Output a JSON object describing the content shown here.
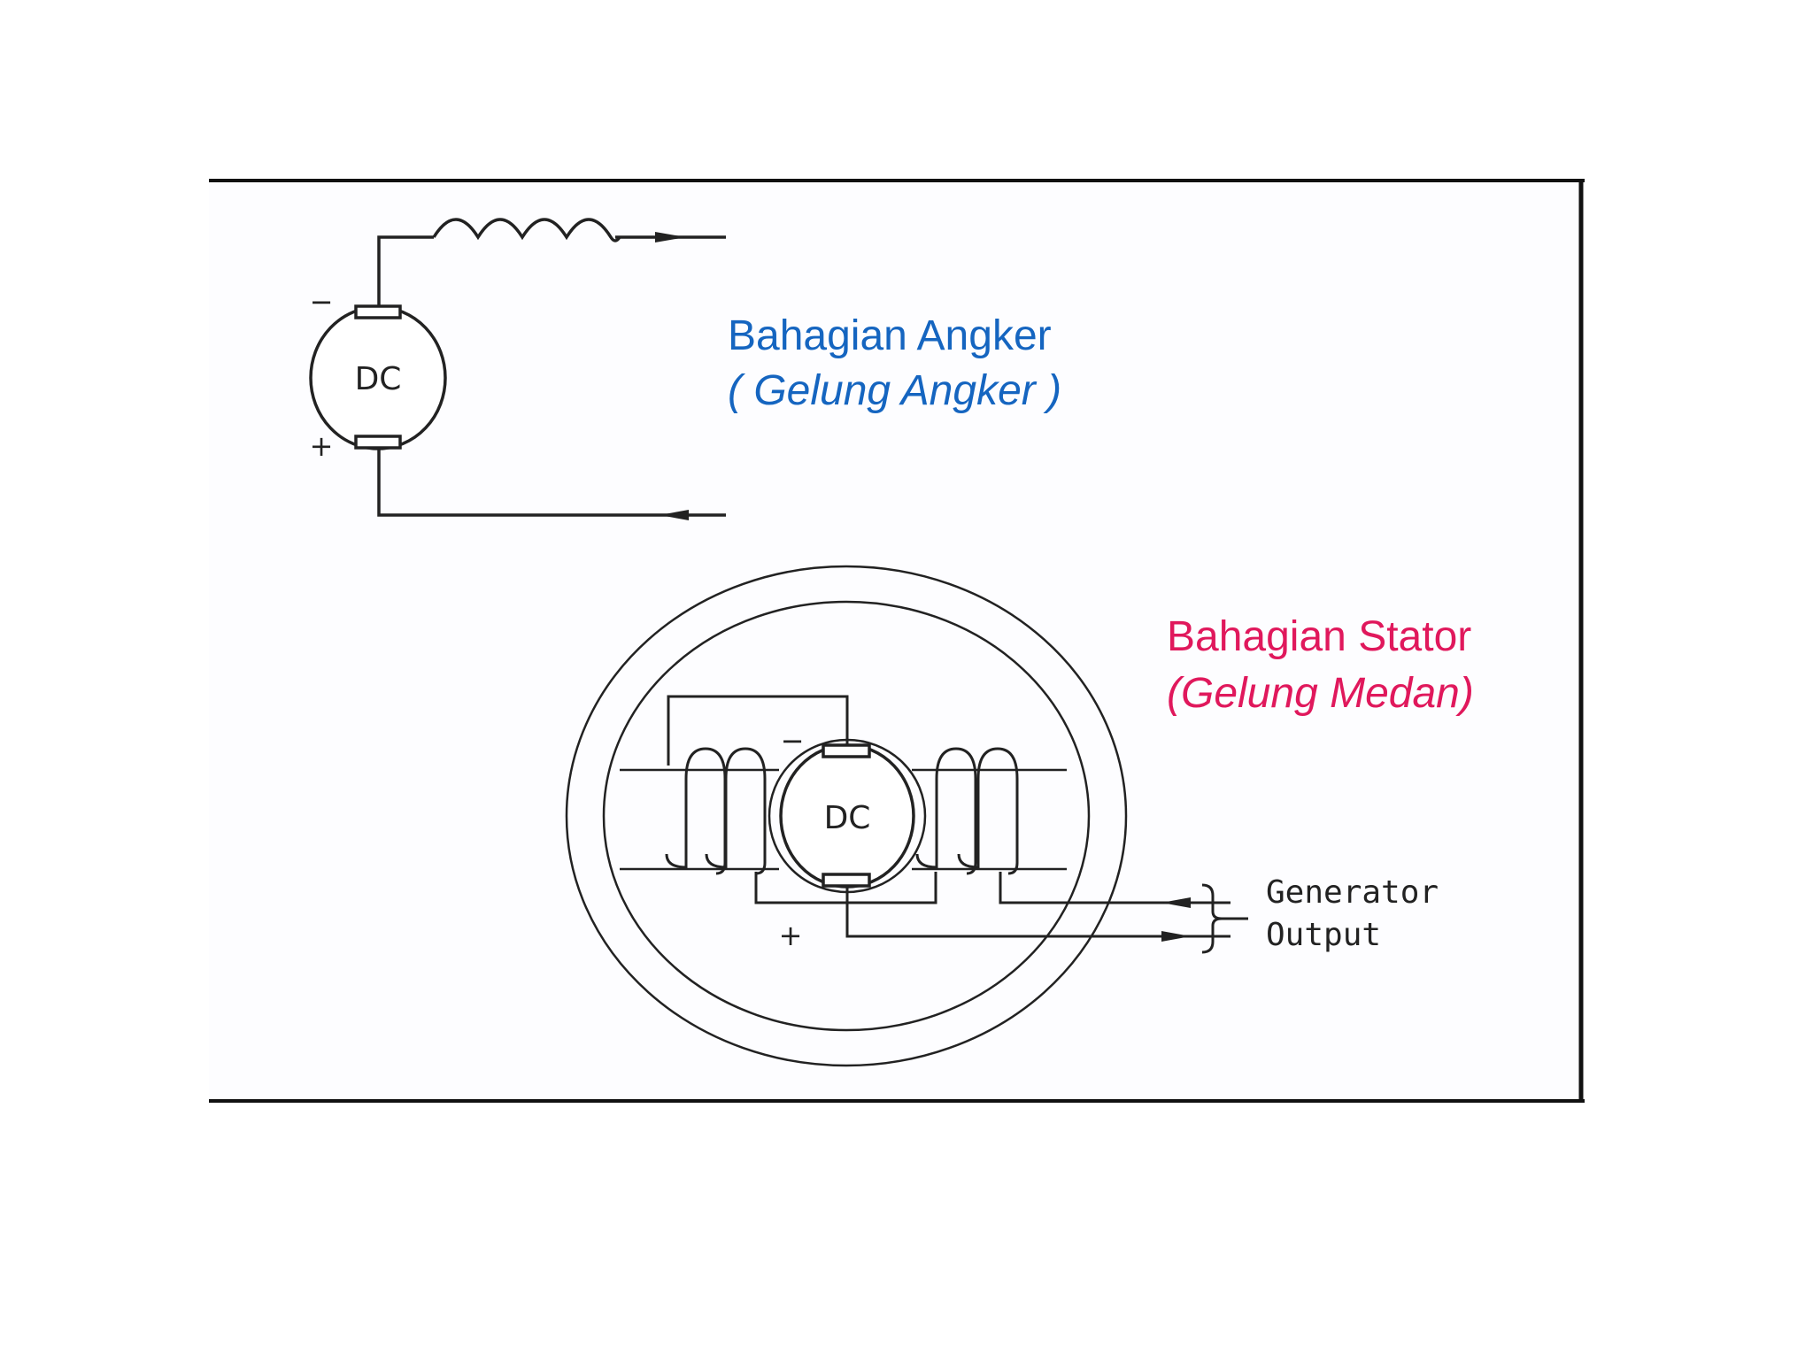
{
  "armature": {
    "motor_label": "DC",
    "minus_sign": "−",
    "plus_sign": "+",
    "title": "Bahagian Angker",
    "subtitle": "( Gelung Angker )",
    "title_color": "#1565c0"
  },
  "stator": {
    "motor_label": "DC",
    "minus_sign": "−",
    "plus_sign": "+",
    "title": "Bahagian  Stator",
    "subtitle": "(Gelung Medan)",
    "title_color": "#e0185c",
    "output_line1": "Generator",
    "output_line2": "Output"
  }
}
